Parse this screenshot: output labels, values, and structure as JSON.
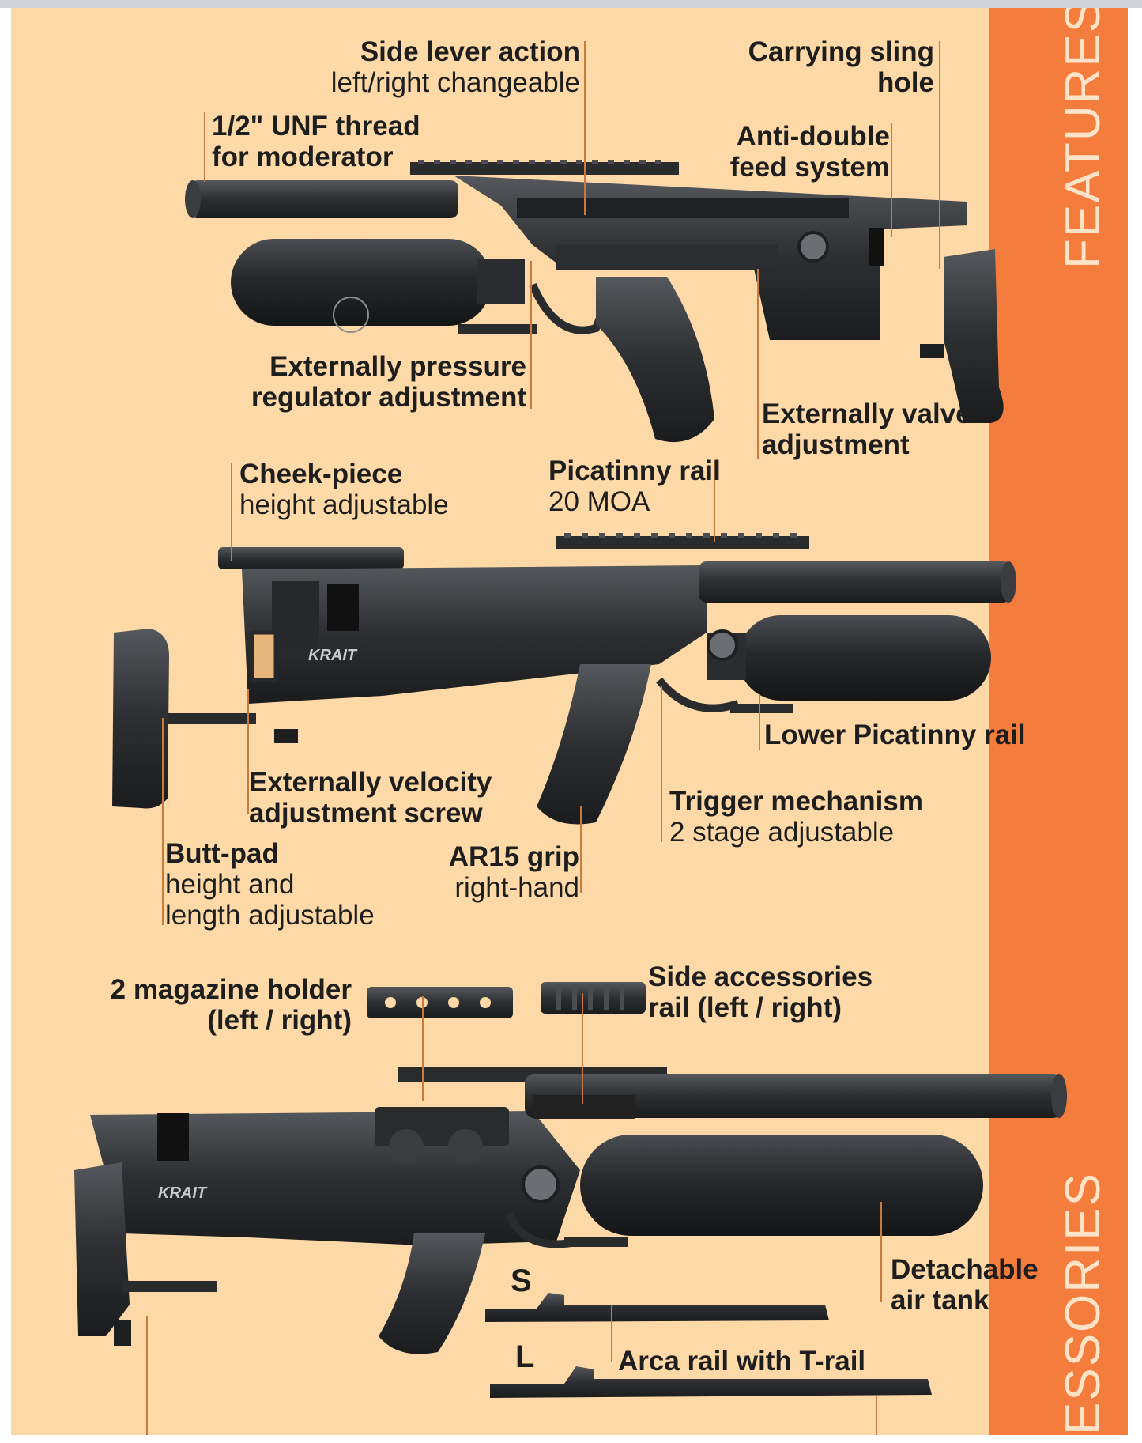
{
  "band": {
    "top_label": "FEATURES",
    "bottom_label": "ESSORIES"
  },
  "rifle_brand": "KRAIT",
  "features": {
    "side_lever": {
      "title": "Side lever action",
      "sub": "left/right changeable"
    },
    "sling_hole": {
      "title": "Carrying sling",
      "title2": "hole"
    },
    "unf_thread": {
      "title": "1/2\" UNF thread",
      "title2": "for moderator"
    },
    "anti_double": {
      "title": "Anti-double",
      "title2": "feed system"
    },
    "pressure_reg": {
      "title": "Externally pressure",
      "title2": "regulator adjustment"
    },
    "valve_adj": {
      "title": "Externally valve",
      "title2": "adjustment"
    },
    "cheek_piece": {
      "title": "Cheek-piece",
      "sub": "height adjustable"
    },
    "picatinny": {
      "title": "Picatinny rail",
      "sub": "20 MOA"
    },
    "lower_picatinny": {
      "title": "Lower Picatinny rail"
    },
    "velocity_screw": {
      "title": "Externally velocity",
      "title2": "adjustment screw"
    },
    "trigger": {
      "title": "Trigger mechanism",
      "sub": "2 stage adjustable"
    },
    "butt_pad": {
      "title": "Butt-pad",
      "sub": "height and",
      "sub2": "length adjustable"
    },
    "ar15_grip": {
      "title": "AR15 grip",
      "sub": "right-hand"
    }
  },
  "accessories": {
    "mag_holder": {
      "title": "2 magazine holder",
      "title2": "(left / right)"
    },
    "side_rail": {
      "title": "Side accessories",
      "title2": "rail (left / right)"
    },
    "air_tank": {
      "title": "Detachable",
      "title2": "air tank"
    },
    "arca_rail": {
      "title": "Arca rail with T-rail"
    },
    "size_s": "S",
    "size_l": "L"
  }
}
